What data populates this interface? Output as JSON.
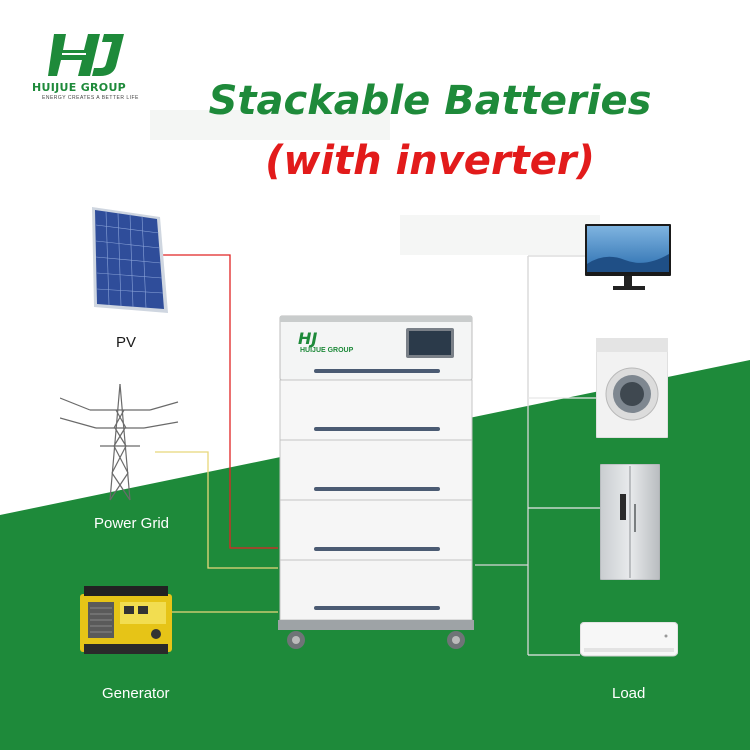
{
  "header": {
    "brand_name": "HUIJUE GROUP",
    "brand_tagline": "ENERGY CREATES A BETTER LIFE",
    "logo_mark": "HJ"
  },
  "title": {
    "line1": "Stackable Batteries",
    "line2": "(with inverter)"
  },
  "sources": [
    {
      "label": "PV",
      "icon": "solar-panel-icon"
    },
    {
      "label": "Power Grid",
      "icon": "transmission-tower-icon"
    },
    {
      "label": "Generator",
      "icon": "generator-icon"
    }
  ],
  "battery": {
    "brand_name": "HUIJUE GROUP",
    "module_count": 5,
    "display_color": "#2b3a4a"
  },
  "loads": {
    "label": "Load",
    "items": [
      "monitor-icon",
      "washing-machine-icon",
      "refrigerator-icon",
      "air-conditioner-icon"
    ]
  },
  "colors": {
    "brand_green": "#1e8a3a",
    "accent_red": "#e21b1b",
    "line_red": "#e02424",
    "line_yellow": "#e8d77a",
    "line_gray": "#cfcfcf"
  }
}
